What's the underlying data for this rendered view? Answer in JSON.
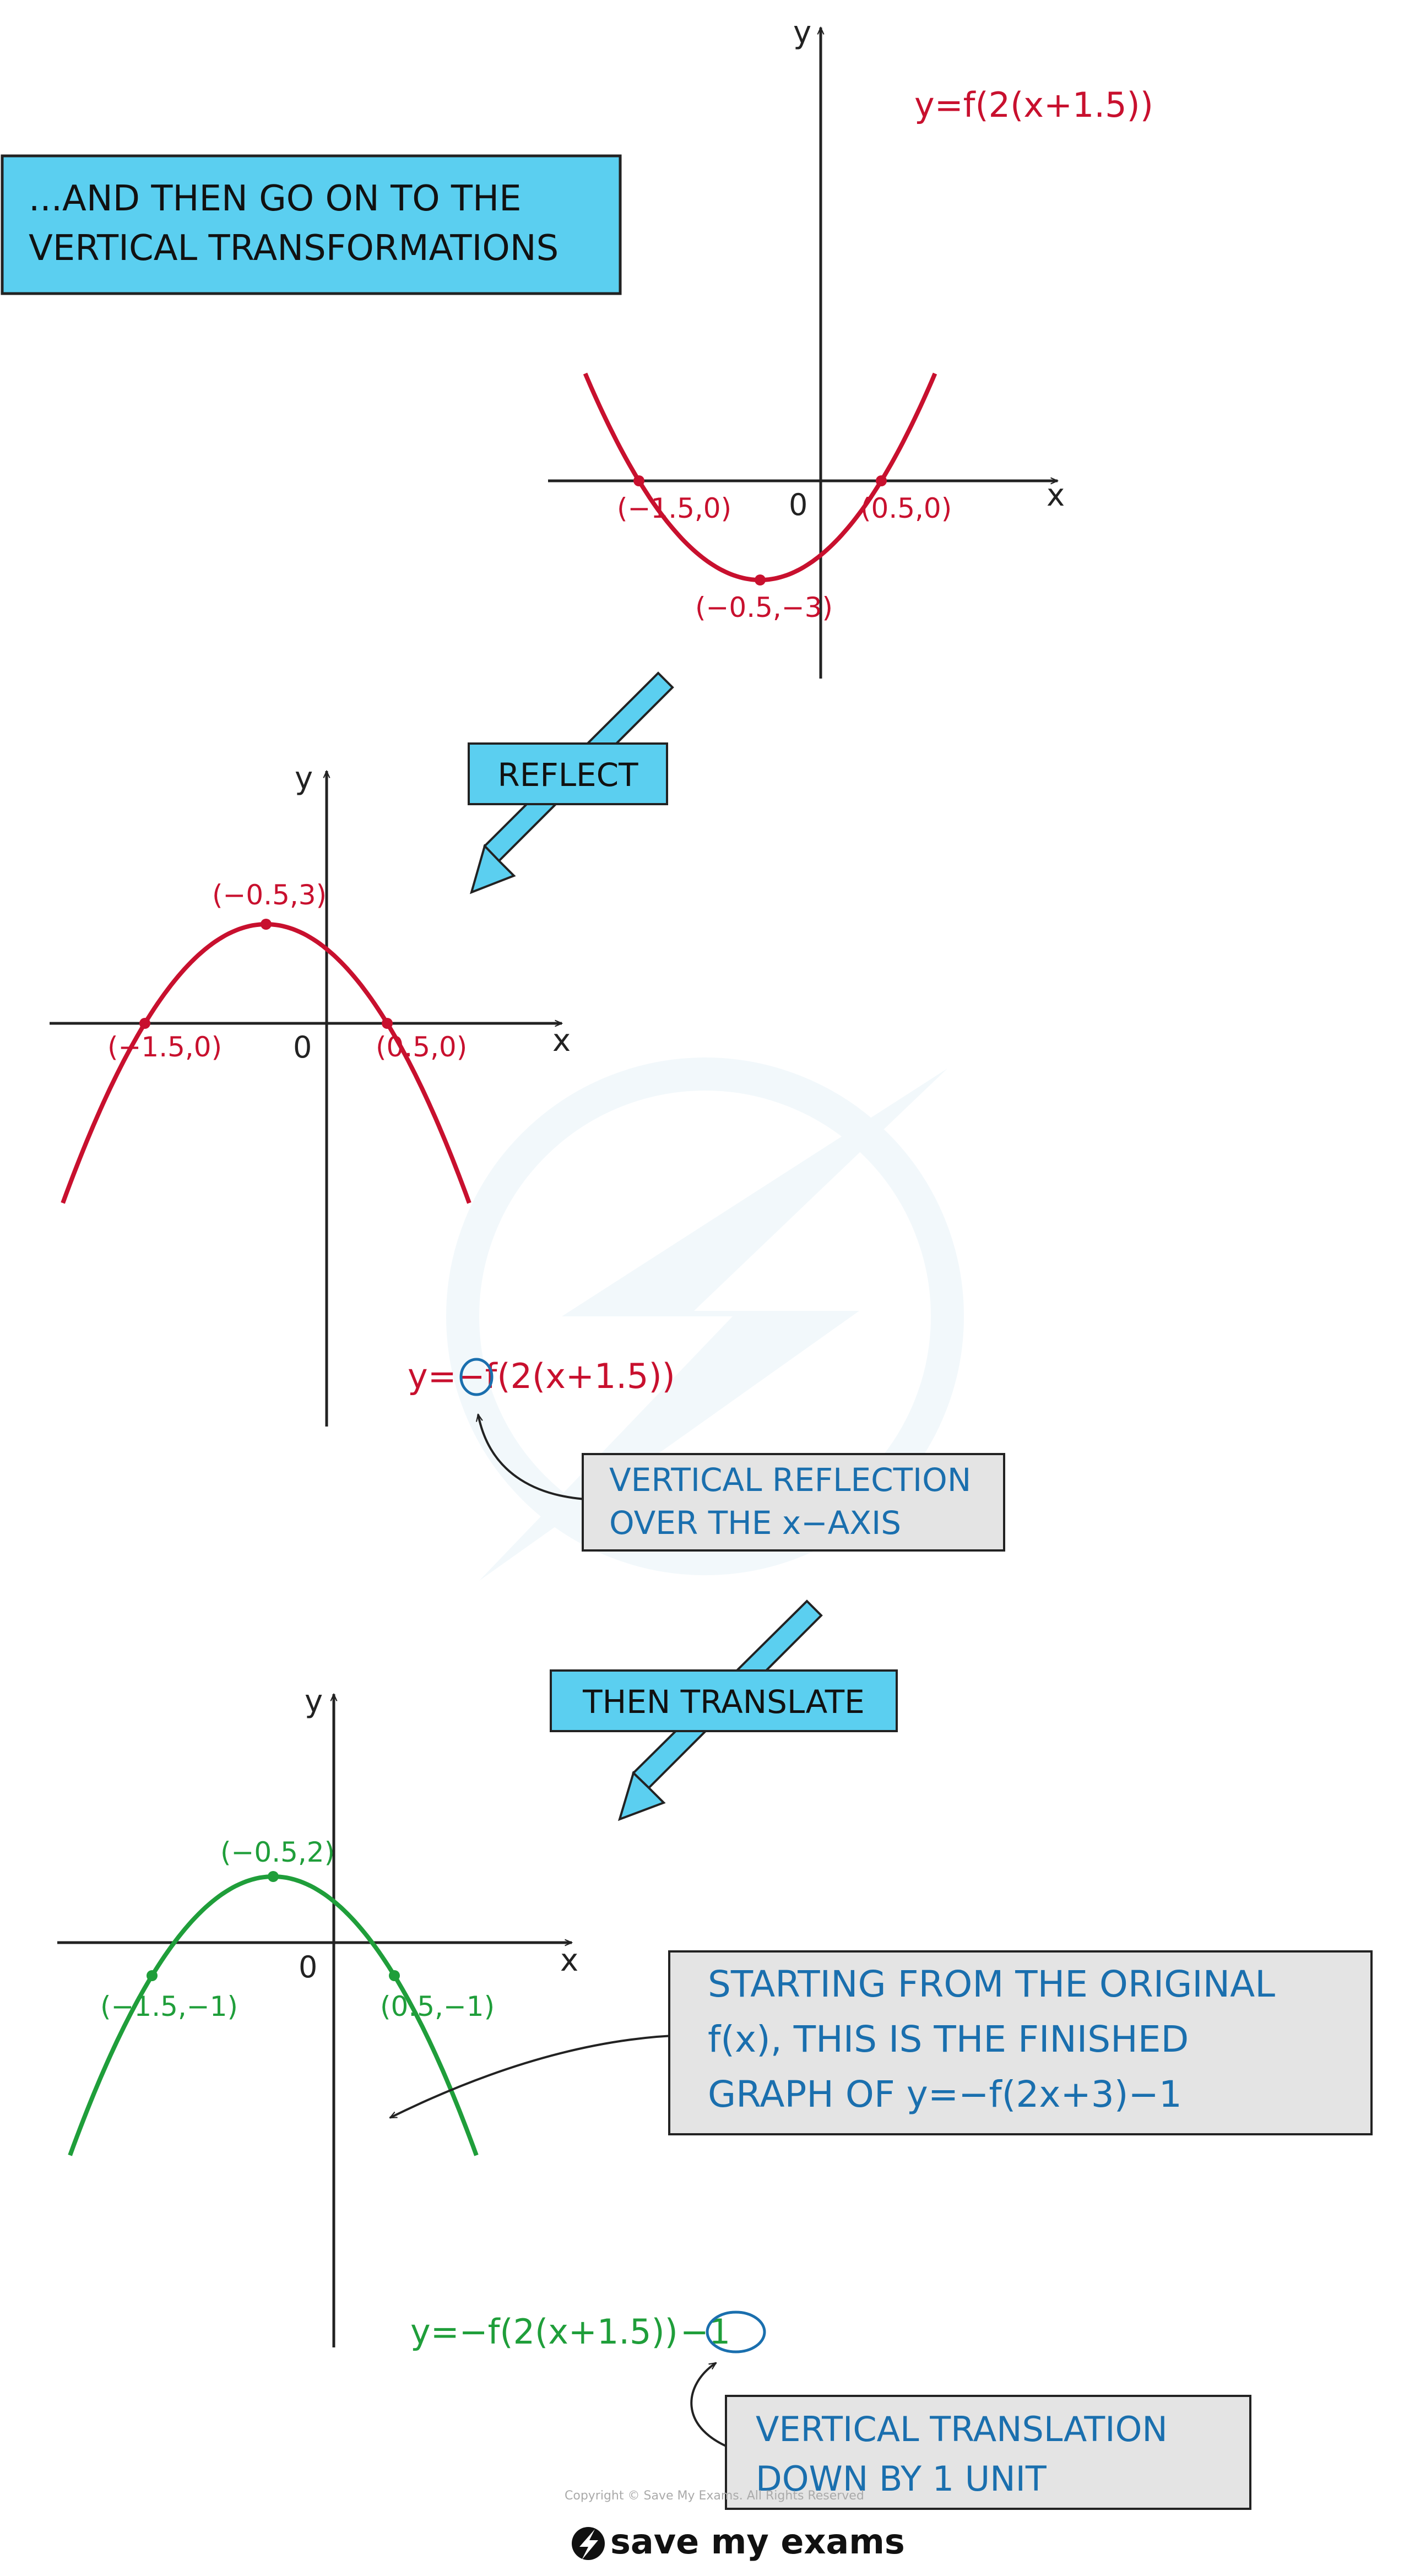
{
  "colors": {
    "axis": "#222222",
    "red": "#c8102e",
    "green": "#1f9e3a",
    "blue_text": "#1a6fae",
    "cyan_box": "#5bcff0",
    "grey_box": "#e4e4e4"
  },
  "intro_box": {
    "line1": "...AND THEN GO ON TO THE",
    "line2": "VERTICAL TRANSFORMATIONS"
  },
  "graph1": {
    "axis_x": "x",
    "axis_y": "y",
    "origin": "0",
    "equation": "y=f(2(x+1.5))",
    "points": [
      {
        "x": -1.5,
        "y": 0,
        "label": "(−1.5,0)"
      },
      {
        "x": 0.5,
        "y": 0,
        "label": "(0.5,0)"
      },
      {
        "x": -0.5,
        "y": -3,
        "label": "(−0.5,−3)"
      }
    ]
  },
  "step1": {
    "label": "REFLECT"
  },
  "graph2": {
    "axis_x": "x",
    "axis_y": "y",
    "origin": "0",
    "equation_prefix": "y=",
    "equation_circled": "−",
    "equation_suffix": "f(2(x+1.5))",
    "points": [
      {
        "x": -1.5,
        "y": 0,
        "label": "(−1.5,0)"
      },
      {
        "x": 0.5,
        "y": 0,
        "label": "(0.5,0)"
      },
      {
        "x": -0.5,
        "y": 3,
        "label": "(−0.5,3)"
      }
    ],
    "note_line1": "VERTICAL REFLECTION",
    "note_line2": "OVER THE x−AXIS"
  },
  "step2": {
    "label": "THEN   TRANSLATE"
  },
  "graph3": {
    "axis_x": "x",
    "axis_y": "y",
    "origin": "0",
    "equation_main": "y=−f(2(x+1.5))",
    "equation_circled": "−1",
    "points": [
      {
        "x": -1.5,
        "y": -1,
        "label": "(−1.5,−1)"
      },
      {
        "x": 0.5,
        "y": -1,
        "label": "(0.5,−1)"
      },
      {
        "x": -0.5,
        "y": 2,
        "label": "(−0.5,2)"
      }
    ],
    "note_line1": "STARTING   FROM  THE  ORIGINAL",
    "note_line2": "f(x),  THIS  IS  THE  FINISHED",
    "note_line3": "GRAPH  OF  y=−f(2x+3)−1",
    "note2_line1": "VERTICAL TRANSLATION",
    "note2_line2": "DOWN BY 1 UNIT"
  },
  "footer": {
    "copyright": "Copyright © Save My Exams. All Rights Reserved",
    "brand": "save my exams"
  }
}
